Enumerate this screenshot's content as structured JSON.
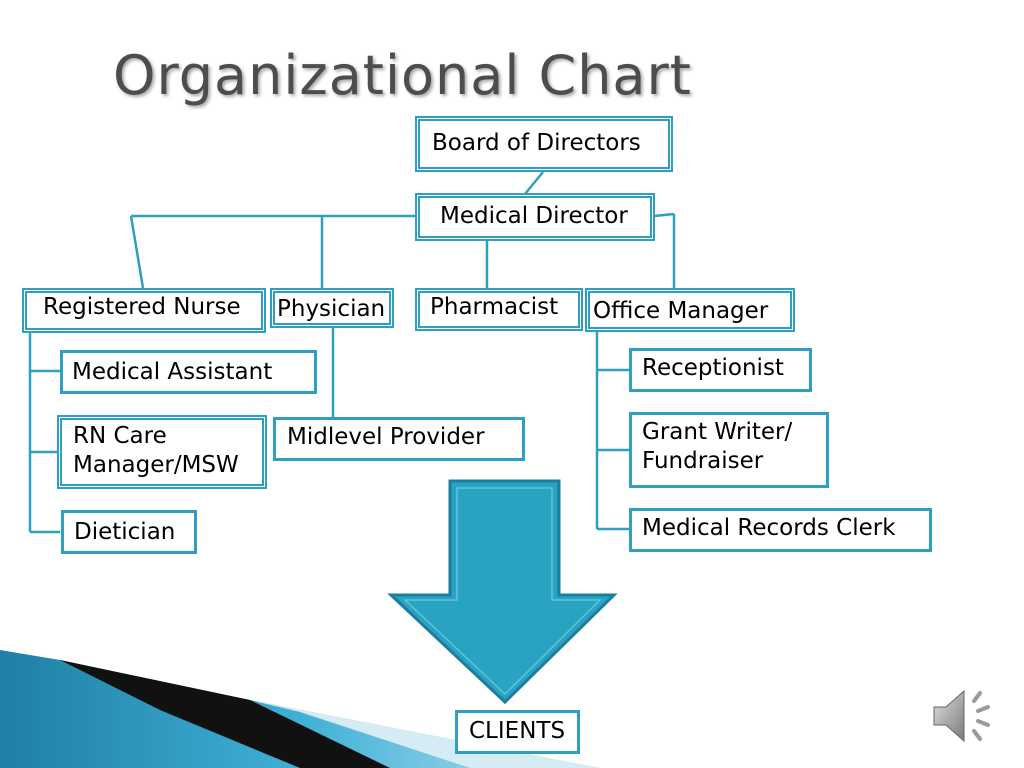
{
  "title": "Organizational Chart",
  "colors": {
    "accent": "#2e9fc0",
    "arrow": "#2aa3c2",
    "title": "#4d4d4d"
  },
  "nodes": {
    "board": "Board of Directors",
    "medical_director": "Medical Director",
    "registered_nurse": "Registered Nurse",
    "physician": "Physician",
    "pharmacist": "Pharmacist",
    "office_manager": "Office Manager",
    "medical_assistant": "Medical Assistant",
    "rn_care_manager_line1": "RN Care",
    "rn_care_manager_line2": "Manager/MSW",
    "dietician": "Dietician",
    "midlevel_provider": "Midlevel Provider",
    "receptionist": "Receptionist",
    "grant_writer_line1": "Grant Writer/",
    "grant_writer_line2": "Fundraiser",
    "medical_records_clerk": "Medical Records Clerk",
    "clients": "CLIENTS"
  },
  "icons": {
    "speaker": "speaker-icon"
  }
}
